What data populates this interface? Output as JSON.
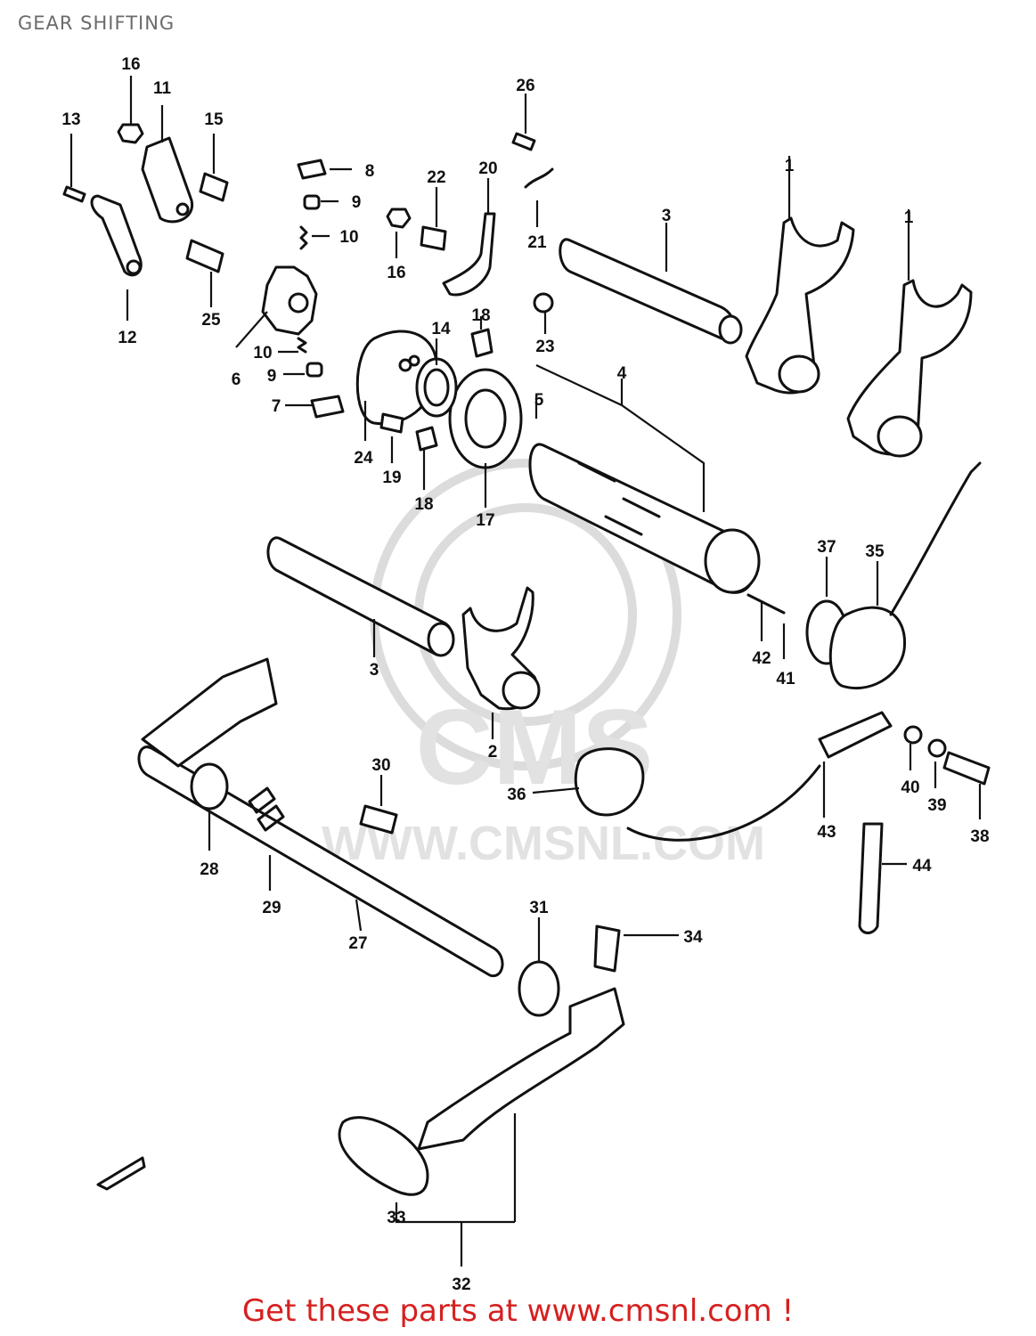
{
  "header": {
    "title": "GEAR SHIFTING"
  },
  "diagram": {
    "watermark": {
      "logo_text": "CMS",
      "url_text": "WWW.CMSNL.COM"
    },
    "callouts": [
      {
        "id": "c1a",
        "text": "1"
      },
      {
        "id": "c1b",
        "text": "1"
      },
      {
        "id": "c2",
        "text": "2"
      },
      {
        "id": "c3a",
        "text": "3"
      },
      {
        "id": "c3b",
        "text": "3"
      },
      {
        "id": "c4",
        "text": "4"
      },
      {
        "id": "c5",
        "text": "5"
      },
      {
        "id": "c6",
        "text": "6"
      },
      {
        "id": "c7",
        "text": "7"
      },
      {
        "id": "c8",
        "text": "8"
      },
      {
        "id": "c9a",
        "text": "9"
      },
      {
        "id": "c9b",
        "text": "9"
      },
      {
        "id": "c10a",
        "text": "10"
      },
      {
        "id": "c10b",
        "text": "10"
      },
      {
        "id": "c11",
        "text": "11"
      },
      {
        "id": "c12",
        "text": "12"
      },
      {
        "id": "c13",
        "text": "13"
      },
      {
        "id": "c14",
        "text": "14"
      },
      {
        "id": "c15",
        "text": "15"
      },
      {
        "id": "c16a",
        "text": "16"
      },
      {
        "id": "c16b",
        "text": "16"
      },
      {
        "id": "c17",
        "text": "17"
      },
      {
        "id": "c18a",
        "text": "18"
      },
      {
        "id": "c18b",
        "text": "18"
      },
      {
        "id": "c19",
        "text": "19"
      },
      {
        "id": "c20",
        "text": "20"
      },
      {
        "id": "c21",
        "text": "21"
      },
      {
        "id": "c22",
        "text": "22"
      },
      {
        "id": "c23",
        "text": "23"
      },
      {
        "id": "c24",
        "text": "24"
      },
      {
        "id": "c25",
        "text": "25"
      },
      {
        "id": "c26",
        "text": "26"
      },
      {
        "id": "c27",
        "text": "27"
      },
      {
        "id": "c28",
        "text": "28"
      },
      {
        "id": "c29",
        "text": "29"
      },
      {
        "id": "c30",
        "text": "30"
      },
      {
        "id": "c31",
        "text": "31"
      },
      {
        "id": "c32",
        "text": "32"
      },
      {
        "id": "c33",
        "text": "33"
      },
      {
        "id": "c34",
        "text": "34"
      },
      {
        "id": "c35",
        "text": "35"
      },
      {
        "id": "c36",
        "text": "36"
      },
      {
        "id": "c37",
        "text": "37"
      },
      {
        "id": "c38",
        "text": "38"
      },
      {
        "id": "c39",
        "text": "39"
      },
      {
        "id": "c40",
        "text": "40"
      },
      {
        "id": "c41",
        "text": "41"
      },
      {
        "id": "c42",
        "text": "42"
      },
      {
        "id": "c43",
        "text": "43"
      },
      {
        "id": "c44",
        "text": "44"
      }
    ]
  },
  "footer": {
    "cta_text": "Get these parts at www.cmsnl.com !"
  },
  "colors": {
    "line": "#111111",
    "watermark": "#dcdcdc",
    "cta": "#d62020",
    "title": "#6b6b6b"
  }
}
